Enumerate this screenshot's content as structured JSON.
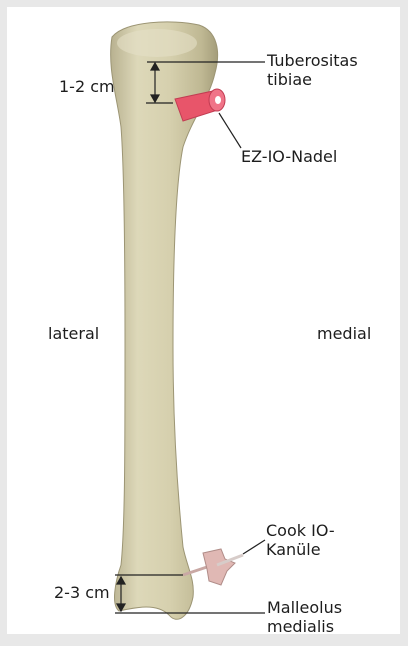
{
  "labels": {
    "tuberositas": "Tuberositas tibiae",
    "distance_top": "1-2 cm",
    "ez_io_nadel": "EZ-IO-Nadel",
    "lateral": "lateral",
    "medial": "medial",
    "cook": "Cook IO-Kanüle",
    "distance_bottom": "2-3 cm",
    "malleolus": "Malleolus medialis"
  },
  "colors": {
    "bone": "#d8d3b2",
    "bone_shadow": "#a9a27e",
    "ez_needle": "#e8556a",
    "cook_needle": "#e0b8b4",
    "frame": "#e8e8e8"
  }
}
